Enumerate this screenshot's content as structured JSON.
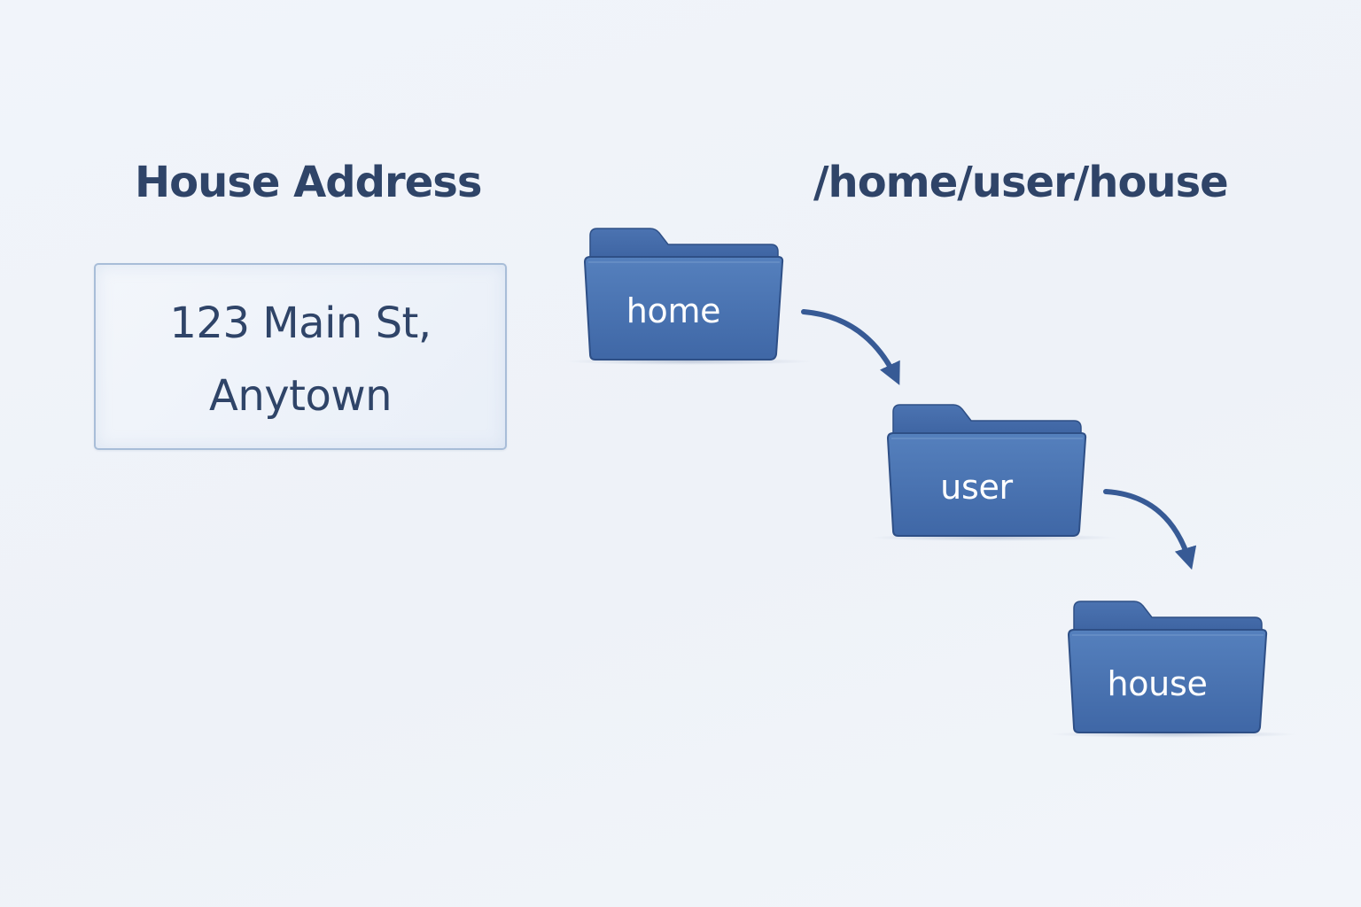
{
  "left_title": "House Address",
  "address": {
    "line1": "123 Main St,",
    "line2": "Anytown"
  },
  "path_title": "/home/user/house",
  "folders": [
    {
      "label": "home"
    },
    {
      "label": "user"
    },
    {
      "label": "house"
    }
  ],
  "colors": {
    "text": "#2f4468",
    "folder_front": "#4770ad",
    "folder_back": "#3a5f9c",
    "folder_edge": "#2e4f86",
    "arrow": "#375a95",
    "box_border": "#a8bdd8"
  }
}
